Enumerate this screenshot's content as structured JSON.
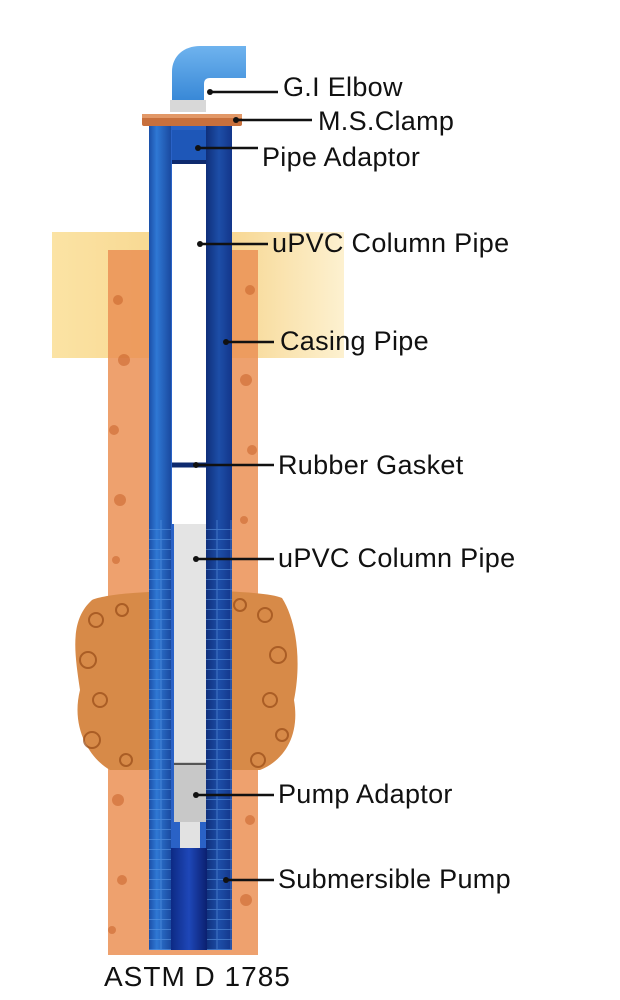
{
  "labels": {
    "elbow": "G.I Elbow",
    "clamp": "M.S.Clamp",
    "pipe_adapter": "Pipe Adaptor",
    "column_pipe_upper": "uPVC Column Pipe",
    "casing_pipe": "Casing Pipe",
    "rubber_gasket": "Rubber Gasket",
    "column_pipe_lower": "uPVC Column Pipe",
    "pump_adapter": "Pump Adaptor",
    "submersible_pump": "Submersible Pump"
  },
  "standard": "ASTM D 1785",
  "colors": {
    "casing_blue": "#1f5fc0",
    "casing_dark": "#12388c",
    "elbow_blue": "#3f8fdc",
    "soil_orange": "#e8844a",
    "soil_dark": "#b35a23",
    "sand_yellow": "#f7d98c",
    "column_white": "#ffffff",
    "column_grey": "#dcdcdc",
    "clamp_brown": "#c46a3a"
  }
}
